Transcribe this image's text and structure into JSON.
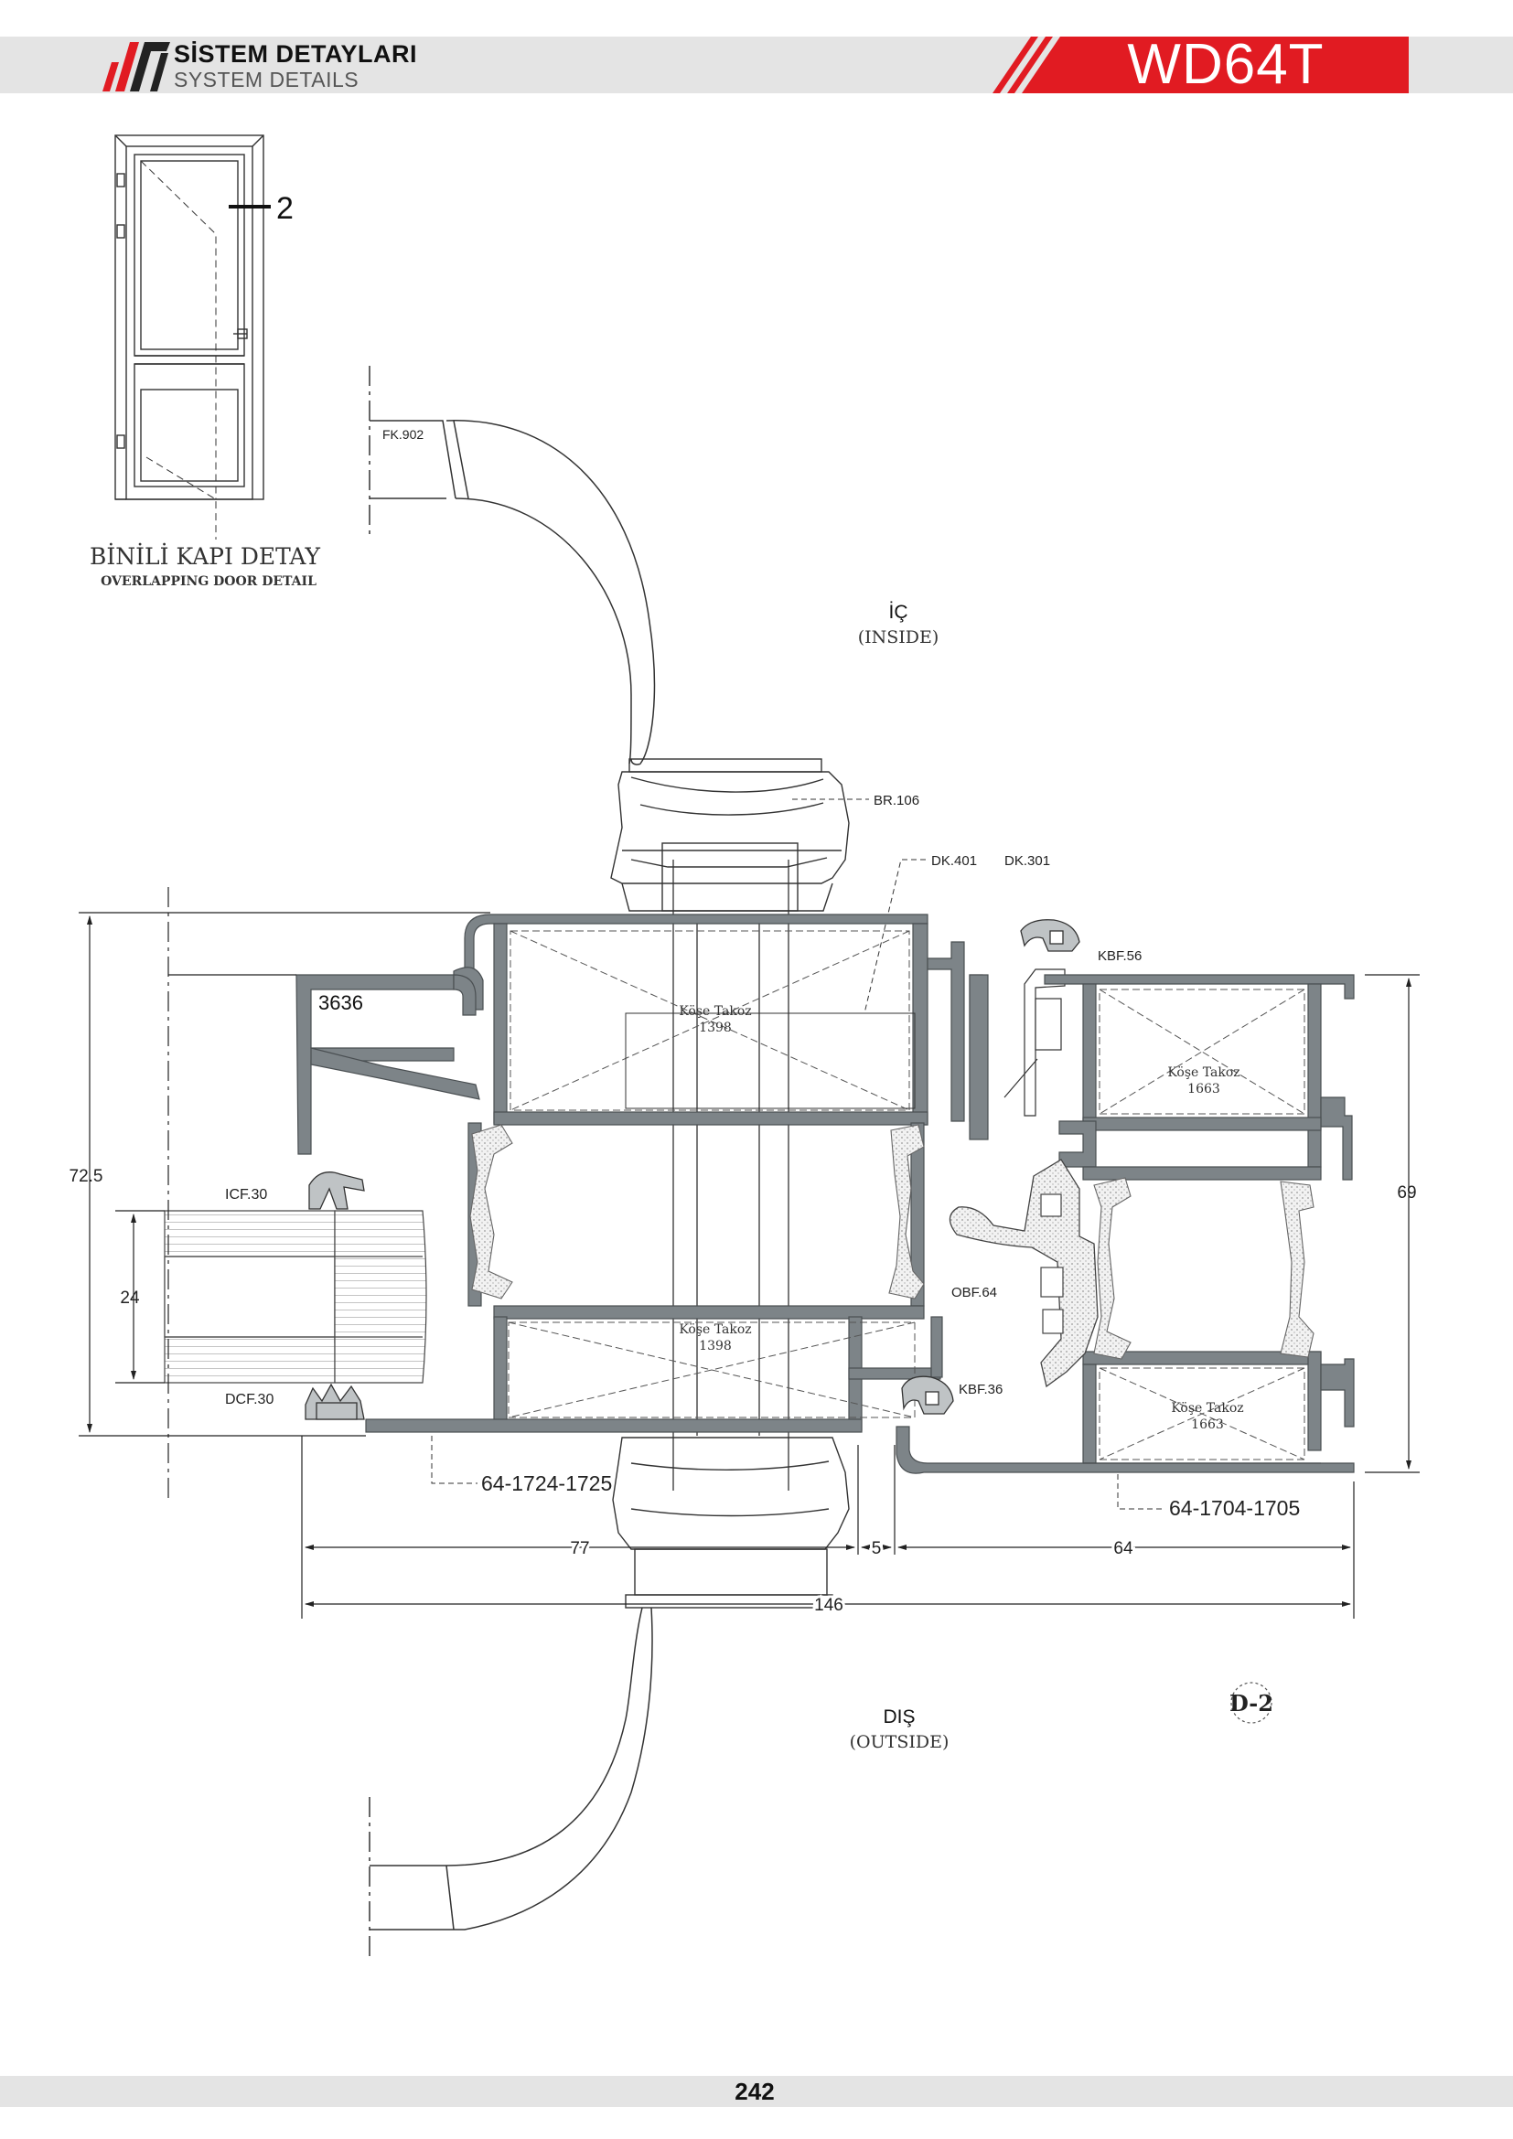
{
  "header": {
    "title_tr": "SİSTEM DETAYLARI",
    "title_en": "SYSTEM DETAILS",
    "model_code": "WD64T",
    "colors": {
      "band": "#e4e4e4",
      "accent": "#e11b22",
      "profile": "#7d8488",
      "gasket": "#bfc3c5"
    }
  },
  "thumbnail": {
    "title": "BİNİLİ KAPI DETAY",
    "subtitle": "OVERLAPPING DOOR DETAIL",
    "section_marker": "2"
  },
  "zones": {
    "inside_tr": "İÇ",
    "inside_en": "(INSIDE)",
    "outside_tr": "DIŞ",
    "outside_en": "(OUTSIDE)"
  },
  "parts": {
    "fk": "FK.902",
    "br": "BR.106",
    "dk401": "DK.401",
    "dk301": "DK.301",
    "kbf56": "KBF.56",
    "kbf36": "KBF.36",
    "icf": "ICF.30",
    "dcf": "DCF.30",
    "obf": "OBF.64",
    "bead": "3636",
    "sash_profile": "64-1724-1725",
    "frame_profile": "64-1704-1705",
    "corner_1398_label": "Köşe Takoz",
    "corner_1398_code": "1398",
    "corner_1663_label": "Köşe Takoz",
    "corner_1663_code": "1663"
  },
  "dimensions": {
    "total_height_left": "72.5",
    "glass": "24",
    "frame_height_right": "69",
    "sash_width": "77",
    "overlap": "5",
    "frame_width": "64",
    "total_width": "146"
  },
  "detail_tag": "D-2",
  "footer": {
    "page_number": "242"
  }
}
